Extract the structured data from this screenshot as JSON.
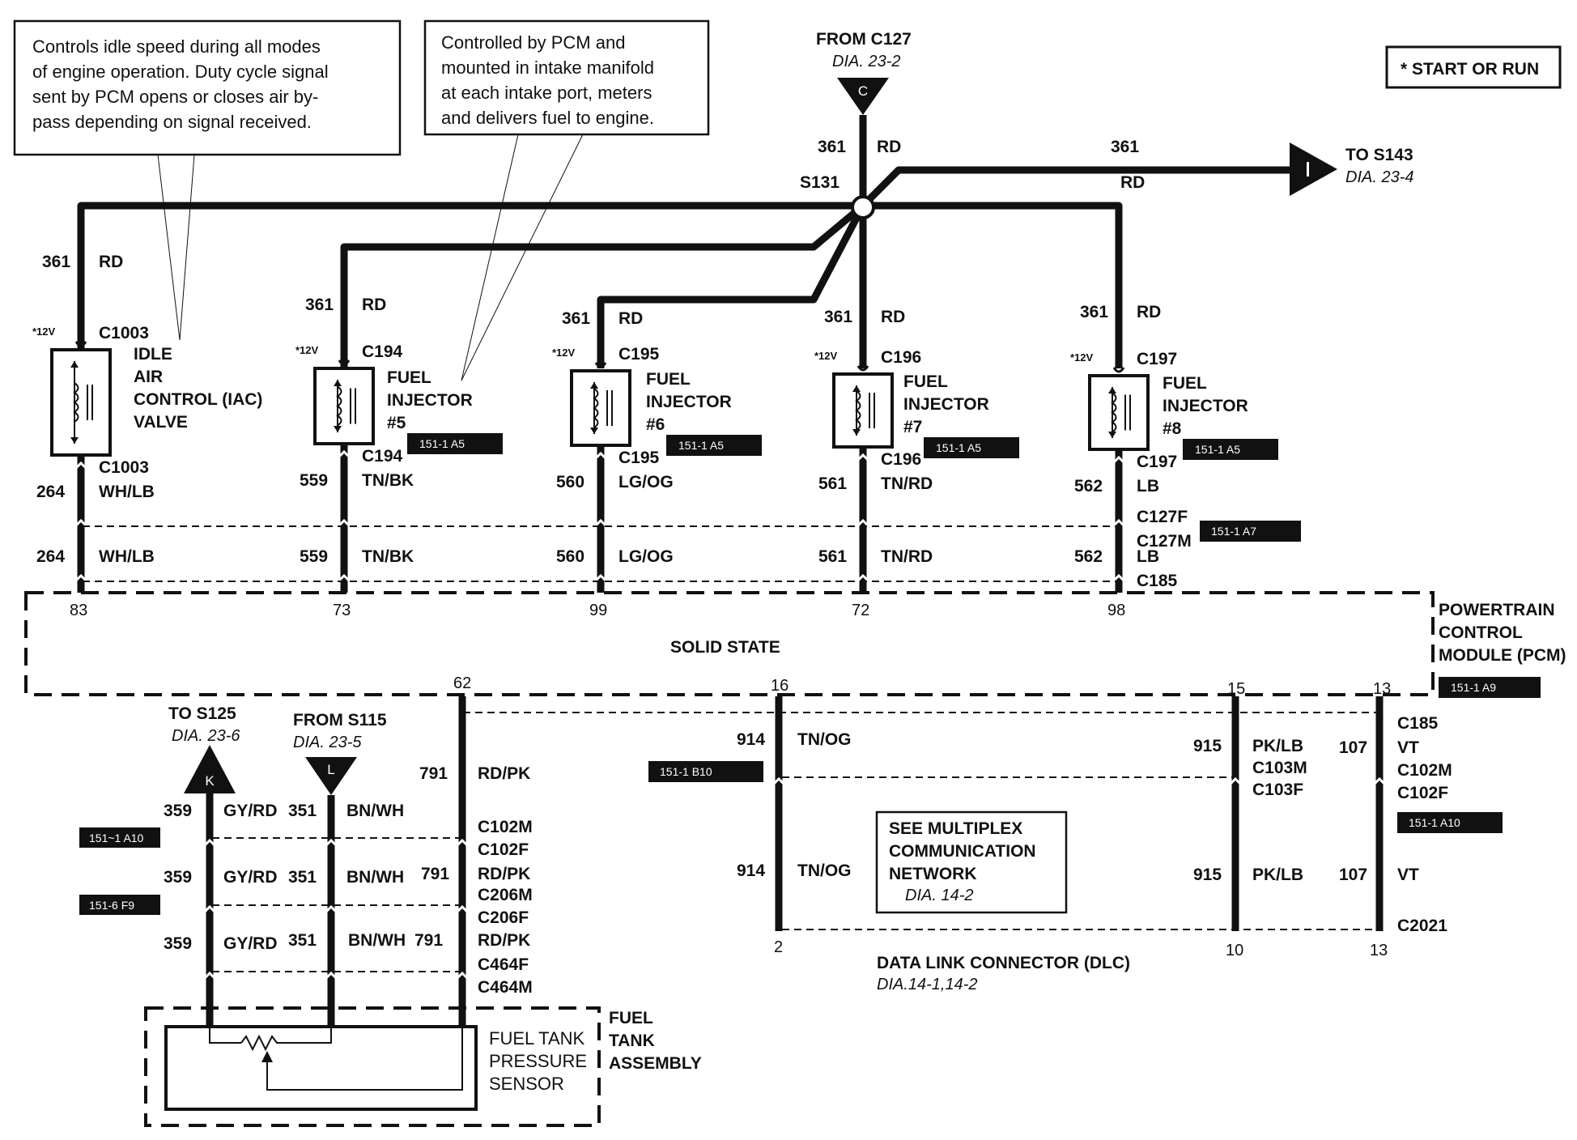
{
  "notes": {
    "iac_lines": [
      "Controls idle speed during all modes",
      "of engine operation.  Duty cycle signal",
      "sent by PCM opens or closes air by-",
      "pass depending on signal received."
    ],
    "injector_lines": [
      "Controlled by PCM and",
      "mounted in intake manifold",
      "at each intake port, meters",
      "and delivers fuel to engine."
    ]
  },
  "legend": "* START OR RUN",
  "top_source": {
    "label": "FROM C127",
    "dia": "DIA. 23-2",
    "letter": "C",
    "circuit": "361",
    "color": "RD"
  },
  "splice": "S131",
  "to_s143": {
    "label": "TO S143",
    "dia": "DIA. 23-4",
    "circuit": "361",
    "color": "RD"
  },
  "components": [
    {
      "circuit": "361",
      "color": "RD",
      "volt": "*12V",
      "connector": "C1003",
      "name_lines": [
        "IDLE",
        "AIR",
        "CONTROL (IAC)",
        "VALVE"
      ],
      "tag": "",
      "c_low": "C1003",
      "sig_circuit": "264",
      "sig_color": "WH/LB",
      "sig_circuit2": "264",
      "sig_color2": "WH/LB",
      "pin": "83"
    },
    {
      "circuit": "361",
      "color": "RD",
      "volt": "*12V",
      "connector": "C194",
      "name_lines": [
        "FUEL",
        "INJECTOR",
        "#5"
      ],
      "tag": "151-1 A5",
      "c_low": "C194",
      "sig_circuit": "559",
      "sig_color": "TN/BK",
      "sig_circuit2": "559",
      "sig_color2": "TN/BK",
      "pin": "73"
    },
    {
      "circuit": "361",
      "color": "RD",
      "volt": "*12V",
      "connector": "C195",
      "name_lines": [
        "FUEL",
        "INJECTOR",
        "#6"
      ],
      "tag": "151-1 A5",
      "c_low": "C195",
      "sig_circuit": "560",
      "sig_color": "LG/OG",
      "sig_circuit2": "560",
      "sig_color2": "LG/OG",
      "pin": "99"
    },
    {
      "circuit": "361",
      "color": "RD",
      "volt": "*12V",
      "connector": "C196",
      "name_lines": [
        "FUEL",
        "INJECTOR",
        "#7"
      ],
      "tag": "151-1 A5",
      "c_low": "C196",
      "sig_circuit": "561",
      "sig_color": "TN/RD",
      "sig_circuit2": "561",
      "sig_color2": "TN/RD",
      "pin": "72"
    },
    {
      "circuit": "361",
      "color": "RD",
      "volt": "*12V",
      "connector": "C197",
      "name_lines": [
        "FUEL",
        "INJECTOR",
        "#8"
      ],
      "tag": "151-1 A5",
      "c_low": "C197",
      "sig_circuit": "562",
      "sig_color": "LB",
      "sig_circuit2": "562",
      "sig_color2": "LB",
      "pin": "98"
    }
  ],
  "c127": {
    "f": "C127F",
    "m": "C127M",
    "c185": "C185",
    "tag": "151-1 A7"
  },
  "pcm": {
    "name_lines": [
      "POWERTRAIN",
      "CONTROL",
      "MODULE (PCM)"
    ],
    "body": "SOLID STATE",
    "tag": "151-1 A9",
    "pins_bottom": [
      "62",
      "16",
      "15",
      "13"
    ]
  },
  "to_s125": {
    "label": "TO S125",
    "dia": "DIA. 23-6",
    "letter": "K"
  },
  "from_s115": {
    "label": "FROM S115",
    "dia": "DIA. 23-5",
    "letter": "L"
  },
  "tank_wires": {
    "w359": {
      "circuit": "359",
      "color": "GY/RD"
    },
    "w351": {
      "circuit": "351",
      "color": "BN/WH"
    },
    "w791": {
      "circuit": "791",
      "color": "RD/PK"
    },
    "conn1": [
      "C102M",
      "C102F"
    ],
    "conn2": [
      "C206M",
      "C206F"
    ],
    "conn3": [
      "C464F",
      "C464M"
    ],
    "tag1": "151~1 A10",
    "tag2": "151-6 F9"
  },
  "tank": {
    "name_lines": [
      "FUEL",
      "TANK",
      "ASSEMBLY"
    ],
    "sensor_lines": [
      "FUEL TANK",
      "PRESSURE",
      "SENSOR"
    ]
  },
  "dlc": {
    "w914": {
      "circuit": "914",
      "color": "TN/OG"
    },
    "w915": {
      "circuit": "915",
      "color": "PK/LB"
    },
    "w107": {
      "circuit": "107",
      "color": "VT"
    },
    "c103": [
      "C103M",
      "C103F"
    ],
    "c185": "C185",
    "c102": [
      "C102M",
      "C102F"
    ],
    "c2021": "C2021",
    "tag_b10": "151-1 B10",
    "tag_a10": "151-1 A10",
    "see_lines": [
      "SEE MULTIPLEX",
      "COMMUNICATION",
      "NETWORK"
    ],
    "see_dia": "DIA. 14-2",
    "name": "DATA LINK CONNECTOR (DLC)",
    "dia": "DIA.14-1,14-2",
    "pins": [
      "2",
      "10",
      "13"
    ]
  }
}
